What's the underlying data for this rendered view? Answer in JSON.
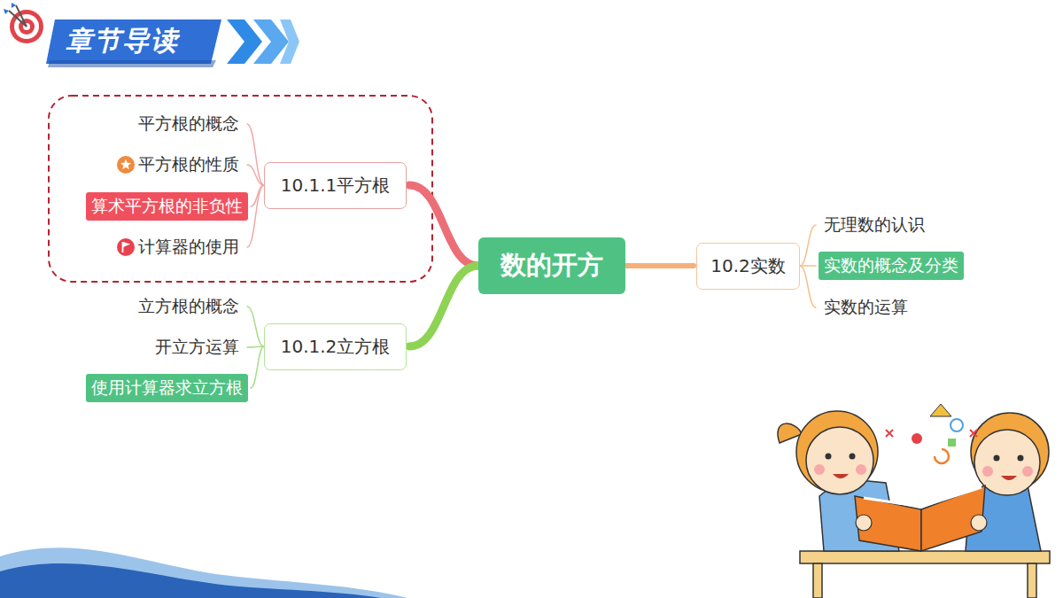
{
  "diagram": {
    "title": "章节导读",
    "nodes": [
      {
        "text": [
          "数的开方"
        ]
      },
      {
        "text": [
          "10.1.1平方根"
        ]
      },
      {
        "text": [
          "平方根的概念"
        ]
      },
      {
        "text": [
          "平方根的性质"
        ]
      },
      {
        "text": [
          "算术平方根的非负性"
        ]
      },
      {
        "text": [
          "计算器的使用"
        ]
      },
      {
        "text": [
          "10.1.2立方根"
        ]
      },
      {
        "text": [
          "立方根的概念"
        ]
      },
      {
        "text": [
          "开立方运算"
        ]
      },
      {
        "text": [
          "使用计算器求立方根"
        ]
      },
      {
        "text": [
          "10.2实数"
        ]
      },
      {
        "text": [
          "无理数的认识"
        ]
      },
      {
        "text": [
          "实数的概念及分类"
        ]
      },
      {
        "text": [
          "实数的运算"
        ]
      }
    ],
    "edges": [
      {
        "from": 0,
        "to": 1,
        "arrow": "none"
      },
      {
        "from": 0,
        "to": 6,
        "arrow": "none"
      },
      {
        "from": 0,
        "to": 10,
        "arrow": "none"
      },
      {
        "from": 1,
        "to": 2,
        "arrow": "none"
      },
      {
        "from": 1,
        "to": 3,
        "arrow": "none"
      },
      {
        "from": 1,
        "to": 4,
        "arrow": "none"
      },
      {
        "from": 1,
        "to": 5,
        "arrow": "none"
      },
      {
        "from": 6,
        "to": 7,
        "arrow": "none"
      },
      {
        "from": 6,
        "to": 8,
        "arrow": "none"
      },
      {
        "from": 6,
        "to": 9,
        "arrow": "none"
      },
      {
        "from": 10,
        "to": 11,
        "arrow": "none"
      },
      {
        "from": 10,
        "to": 12,
        "arrow": "none"
      },
      {
        "from": 10,
        "to": 13,
        "arrow": "none"
      }
    ]
  }
}
